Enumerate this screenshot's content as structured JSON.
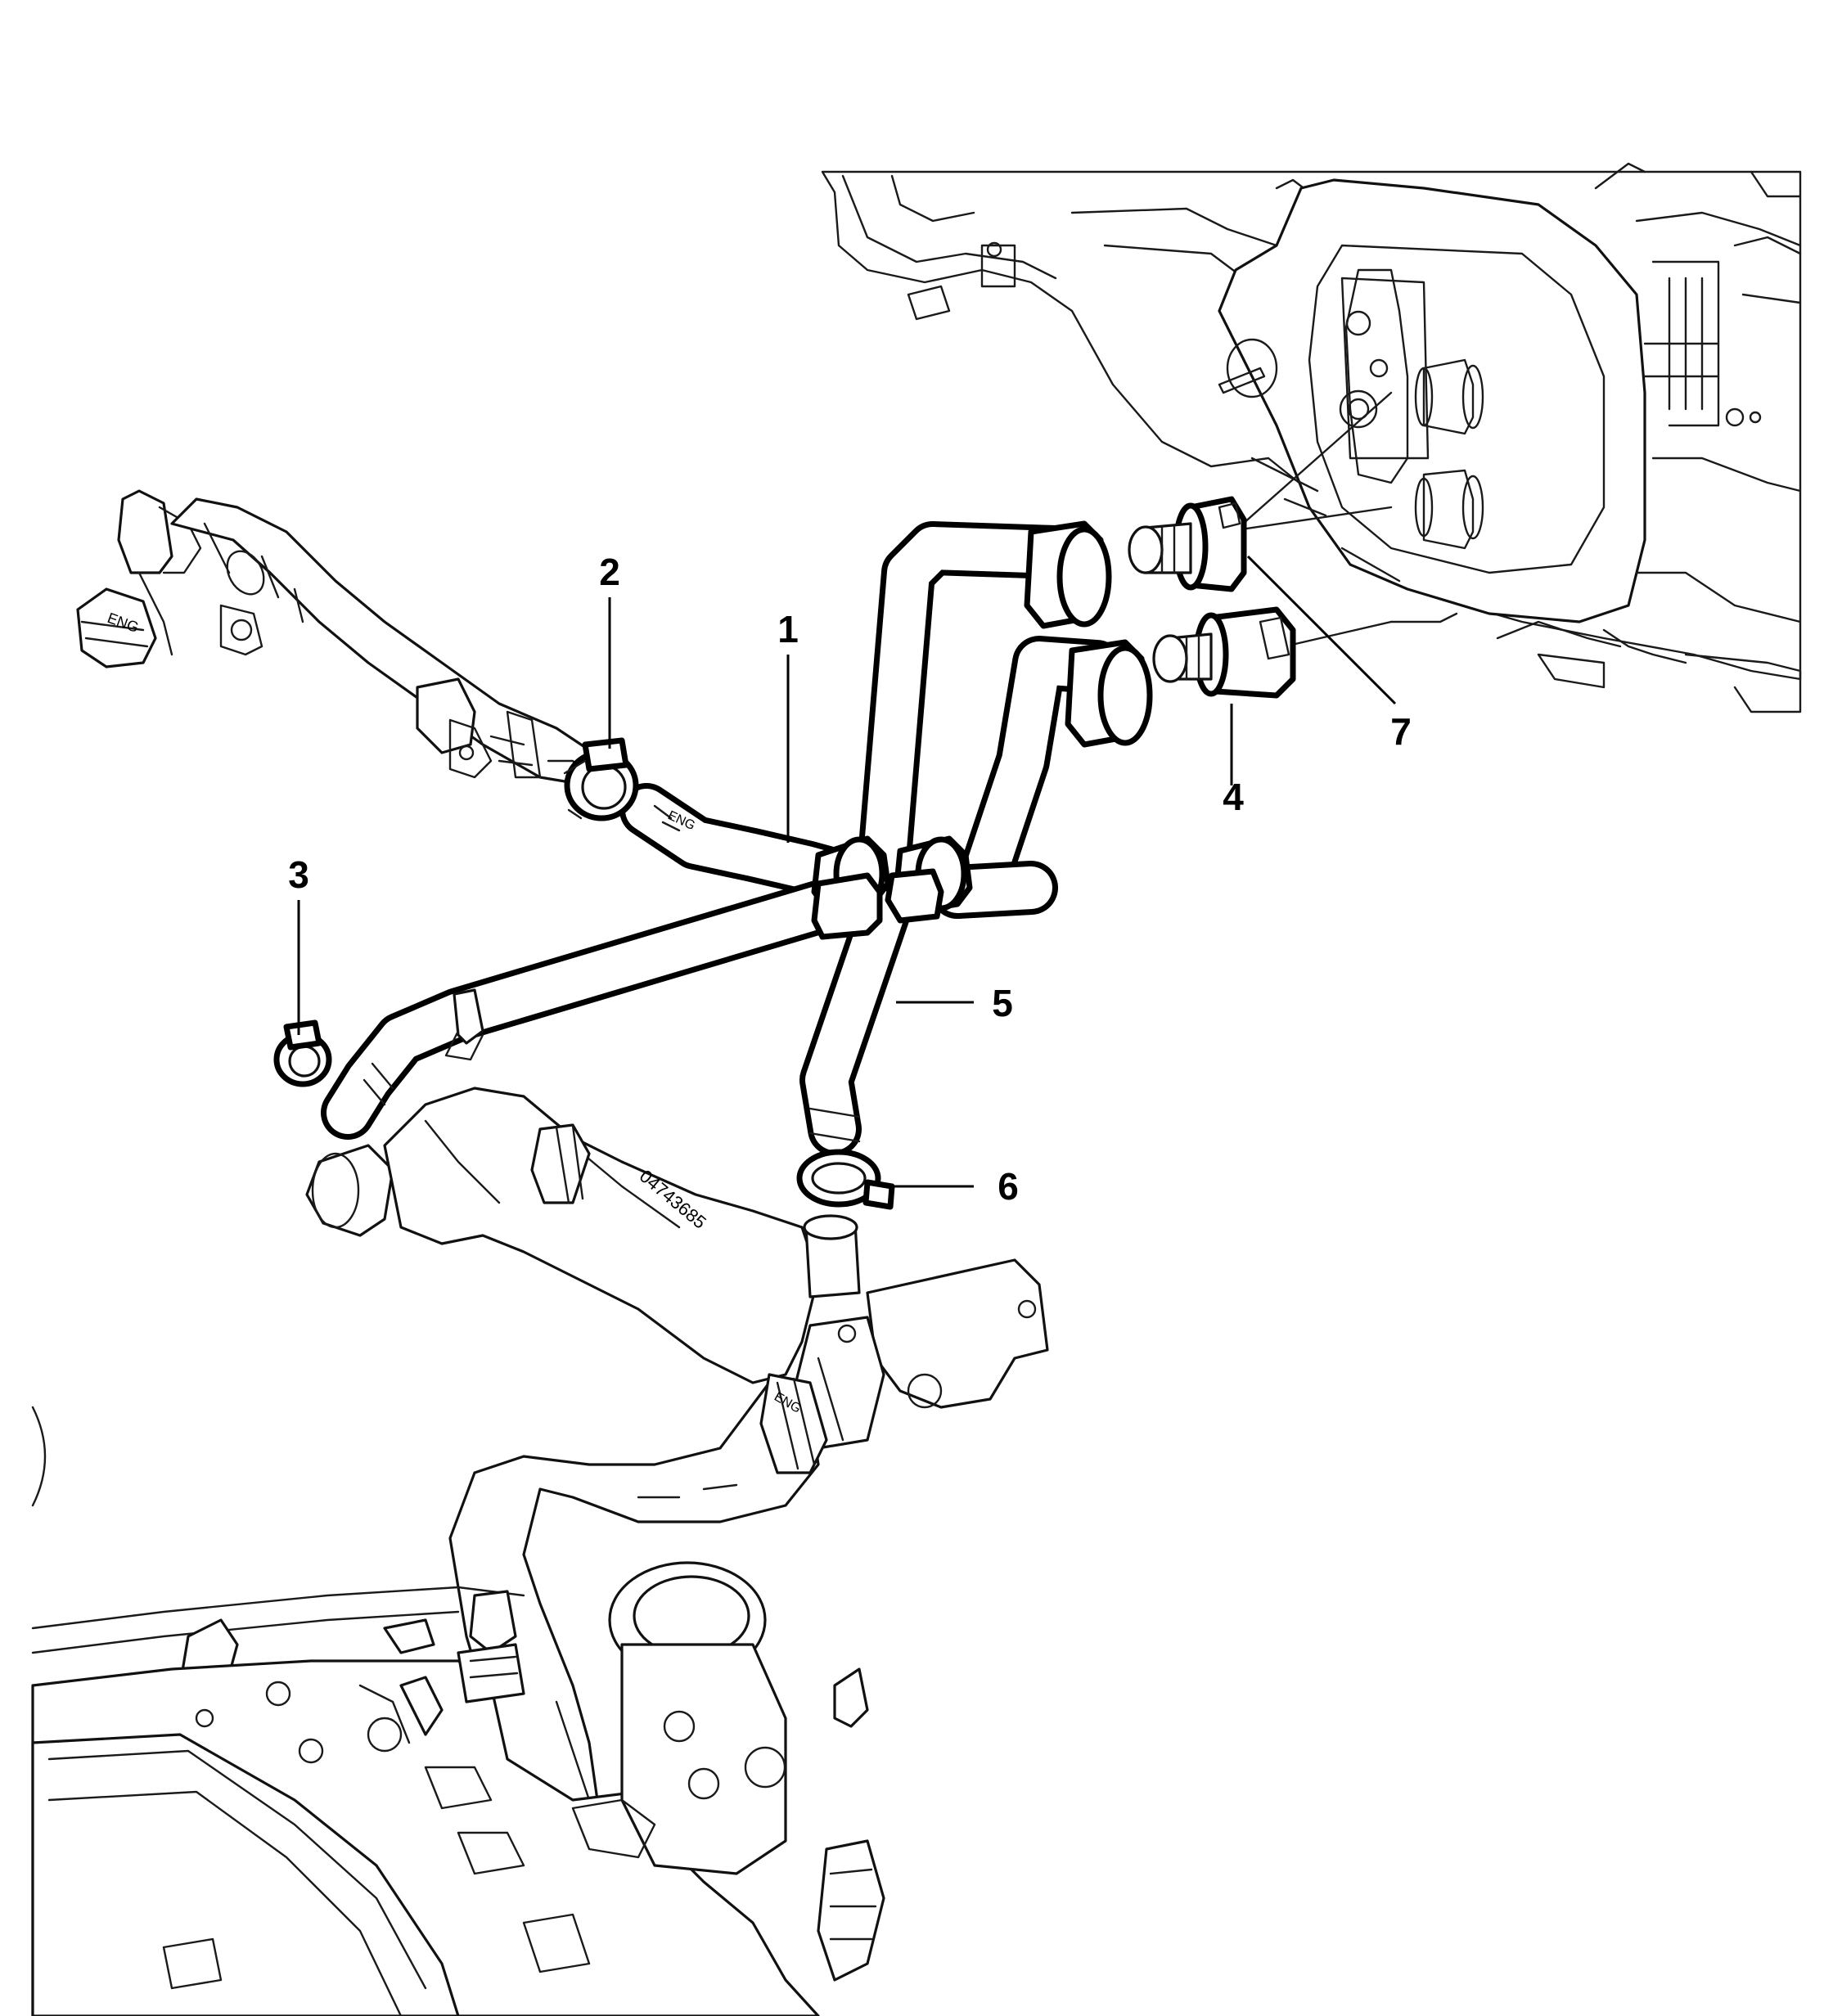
{
  "callouts": [
    {
      "id": "1",
      "label": "1"
    },
    {
      "id": "2",
      "label": "2"
    },
    {
      "id": "3",
      "label": "3"
    },
    {
      "id": "4",
      "label": "4"
    },
    {
      "id": "5",
      "label": "5"
    },
    {
      "id": "6",
      "label": "6"
    },
    {
      "id": "7",
      "label": "7"
    }
  ],
  "part_markings": {
    "hose_marking": "04743685",
    "eng_mark_upper": "ENG",
    "eng_mark_lower": "ENG"
  }
}
